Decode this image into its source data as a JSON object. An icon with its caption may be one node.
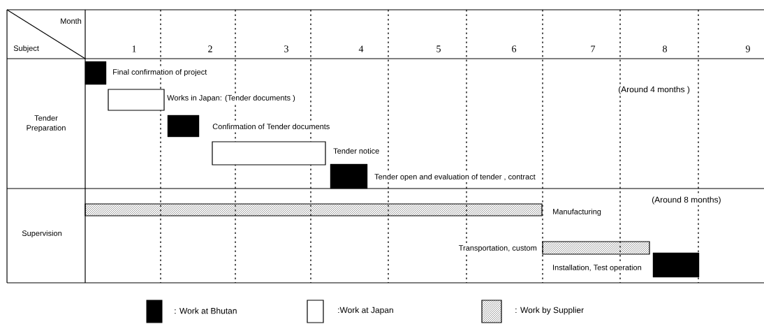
{
  "diagram": {
    "nodes": [
      {
        "text": [],
        "shape": "bar",
        "beside": [
          "Final confirmation of project"
        ]
      },
      {
        "text": [],
        "shape": "bar",
        "beside": [
          "Works in Japan: (Tender documents )"
        ]
      },
      {
        "text": [],
        "shape": "bar",
        "beside": [
          "Confirmation of Tender documents"
        ]
      },
      {
        "text": [],
        "shape": "bar",
        "beside": [
          "Tender notice"
        ]
      },
      {
        "text": [],
        "shape": "bar",
        "beside": [
          "Tender open and evaluation of tender , contract"
        ]
      },
      {
        "text": [],
        "shape": "bar",
        "beside": [
          "Manufacturing"
        ]
      },
      {
        "text": [],
        "shape": "bar",
        "beside": [
          "Transportation, custom"
        ]
      },
      {
        "text": [],
        "shape": "bar",
        "beside": [
          "Installation, Test operation"
        ]
      }
    ],
    "labels": [
      "Month",
      "Subject",
      "1",
      "2",
      "3",
      "4",
      "5",
      "6",
      "7",
      "8",
      "9",
      "Tender Preparation",
      "(Around 4 months )",
      "Supervision",
      "(Around 8 months)"
    ],
    "legend": [
      {
        "text": ": Work at Bhutan",
        "color": "#000000"
      },
      {
        "text": ":Work at Japan"
      },
      {
        "text": ": Work by Supplier"
      }
    ]
  }
}
